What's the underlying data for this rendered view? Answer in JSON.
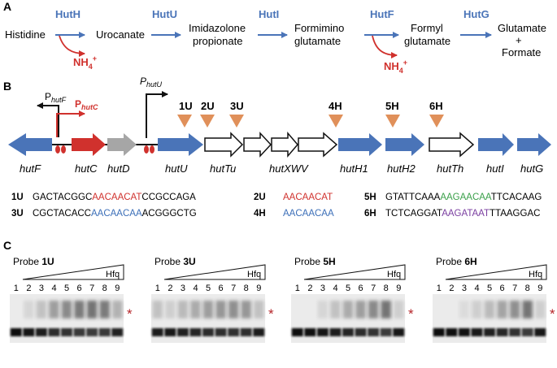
{
  "panels": {
    "a": "A",
    "b": "B",
    "c": "C"
  },
  "pathway": {
    "metabolites": [
      "Histidine",
      "Urocanate",
      "Imidazolone",
      "propionate",
      "Formimino",
      "glutamate",
      "Formyl",
      "glutamate",
      "Glutamate",
      "+",
      "Formate"
    ],
    "enzymes": [
      "HutH",
      "HutU",
      "HutI",
      "HutF",
      "HutG"
    ],
    "ammonium": "NH",
    "ammonium_sub": "4",
    "ammonium_sup": "+"
  },
  "promoters": {
    "p_hutF": "P",
    "p_hutF_sub": "hutF",
    "p_hutC": "P",
    "p_hutC_sub": "hutC",
    "p_hutU": "P",
    "p_hutU_sub": "hutU"
  },
  "sites": [
    "1U",
    "2U",
    "3U",
    "4H",
    "5H",
    "6H"
  ],
  "genes": [
    "hutF",
    "hutC",
    "hutD",
    "hutU",
    "hutTu",
    "hutXWV",
    "hutH1",
    "hutH2",
    "hutTh",
    "hutI",
    "hutG"
  ],
  "sequences": [
    {
      "label": "1U",
      "pre": "GACTACGGC",
      "motif": "AACAACAT",
      "post": "CCGCCAGA",
      "color": "#d0312d"
    },
    {
      "label": "3U",
      "pre": "CGCTACACC",
      "motif": "AACAACAA",
      "post": "ACGGGCTG",
      "color": "#3c6fb8"
    },
    {
      "label": "2U",
      "pre": "",
      "motif": "AACAACAT",
      "post": "",
      "color": "#d0312d"
    },
    {
      "label": "4H",
      "pre": "",
      "motif": "AACAACAA",
      "post": "",
      "color": "#3c6fb8"
    },
    {
      "label": "5H",
      "pre": "GTATTCAAA",
      "motif": "AAGAACAA",
      "post": "TTCACAAG",
      "color": "#3aa04a"
    },
    {
      "label": "6H",
      "pre": "TCTCAGGAT",
      "motif": "AAGATAAT",
      "post": "TTAAGGAC",
      "color": "#7a3ea0"
    }
  ],
  "gels": [
    {
      "probe_prefix": "Probe ",
      "probe": "1U",
      "ligand": "Hfq",
      "lanes": [
        "1",
        "2",
        "3",
        "4",
        "5",
        "6",
        "7",
        "8",
        "9"
      ],
      "marker": "*"
    },
    {
      "probe_prefix": "Probe ",
      "probe": "3U",
      "ligand": "Hfq",
      "lanes": [
        "1",
        "2",
        "3",
        "4",
        "5",
        "6",
        "7",
        "8",
        "9"
      ],
      "marker": "*"
    },
    {
      "probe_prefix": "Probe ",
      "probe": "5H",
      "ligand": "Hfq",
      "lanes": [
        "1",
        "2",
        "3",
        "4",
        "5",
        "6",
        "7",
        "8",
        "9"
      ],
      "marker": "*"
    },
    {
      "probe_prefix": "Probe ",
      "probe": "6H",
      "ligand": "Hfq",
      "lanes": [
        "1",
        "2",
        "3",
        "4",
        "5",
        "6",
        "7",
        "8",
        "9"
      ],
      "marker": "*"
    }
  ],
  "colors": {
    "blue": "#4a74b8",
    "red": "#d0312d",
    "orange": "#e0905a",
    "gray": "#a6a6a6"
  }
}
